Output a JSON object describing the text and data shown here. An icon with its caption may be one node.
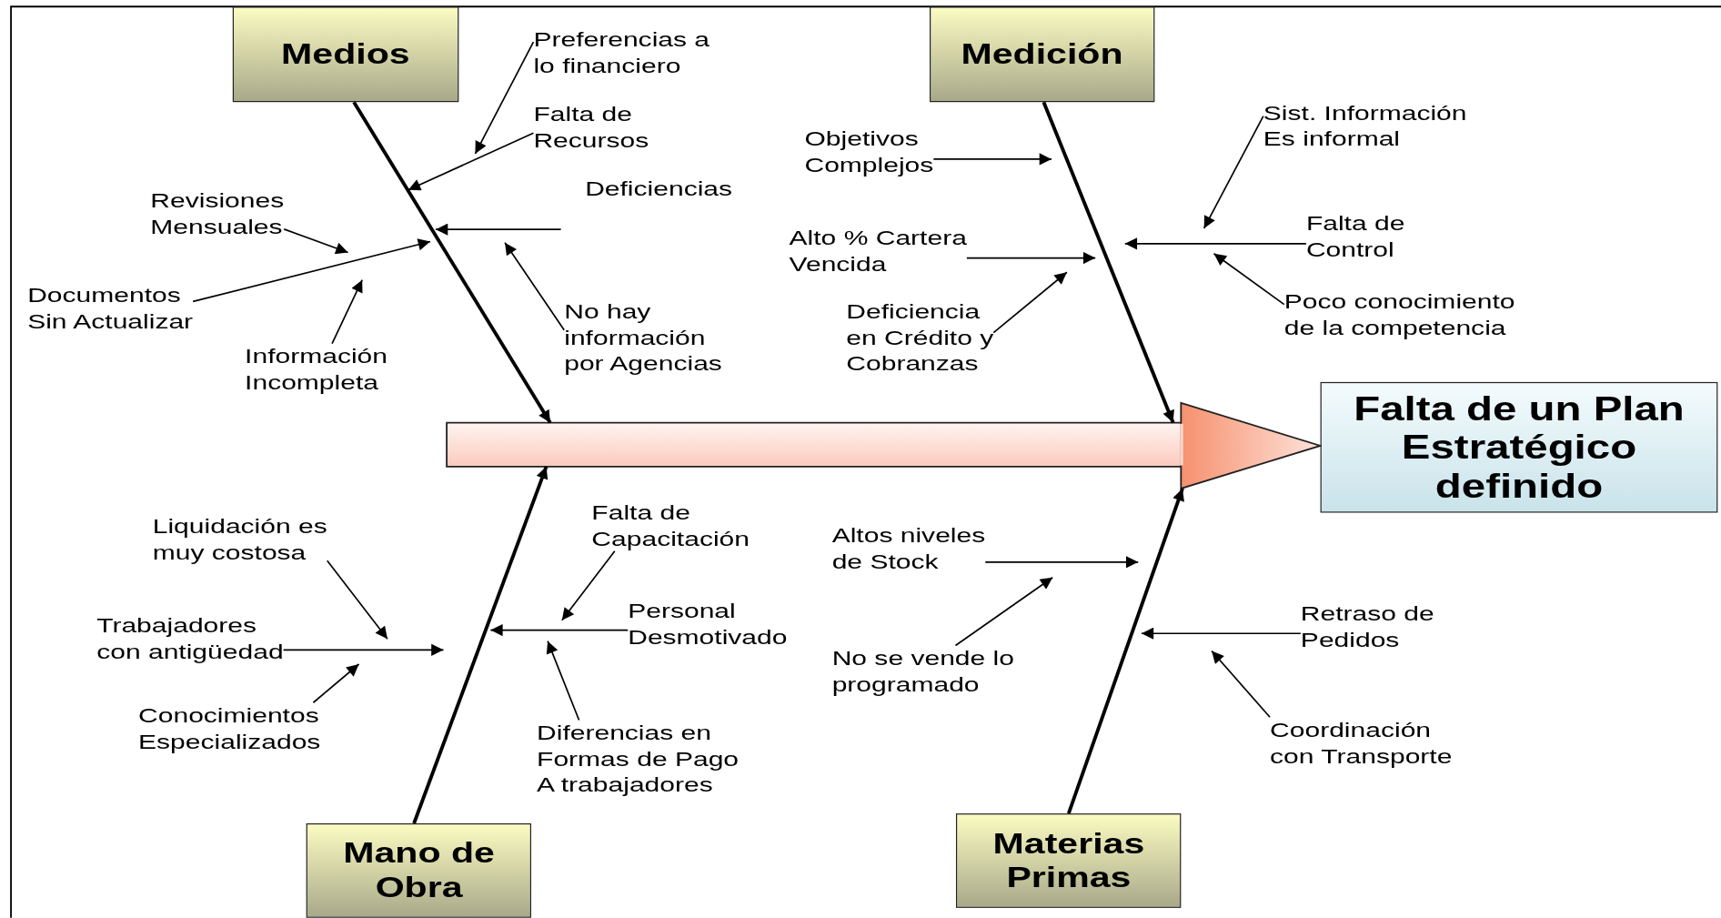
{
  "diagram": {
    "nodes": [
      {
        "text": [
          "Medios"
        ]
      },
      {
        "text": [
          "Medición"
        ]
      },
      {
        "text": [
          "Mano de Obra"
        ]
      },
      {
        "text": [
          "Materias Primas"
        ]
      },
      {
        "text": [],
        "shape": "arrow"
      },
      {
        "text": [
          "Falta de un Plan Estratégico definido"
        ]
      },
      {
        "text": [
          "Preferencias a lo financiero"
        ]
      },
      {
        "text": [
          "Falta de Recursos"
        ]
      },
      {
        "text": [
          "Deficiencias"
        ]
      },
      {
        "text": [
          "No hay información por Agencias"
        ]
      },
      {
        "text": [
          "Revisiones Mensuales"
        ]
      },
      {
        "text": [
          "Documentos Sin Actualizar"
        ]
      },
      {
        "text": [
          "Información Incompleta"
        ]
      },
      {
        "text": [
          "Objetivos Complejos"
        ]
      },
      {
        "text": [
          "Alto % Cartera Vencida"
        ]
      },
      {
        "text": [
          "Deficiencia en Crédito y Cobranzas"
        ]
      },
      {
        "text": [
          "Sist. Información Es informal"
        ]
      },
      {
        "text": [
          "Falta de Control"
        ]
      },
      {
        "text": [
          "Poco conocimiento de la competencia"
        ]
      },
      {
        "text": [
          "Liquidación es muy costosa"
        ]
      },
      {
        "text": [
          "Trabajadores con antigüedad"
        ]
      },
      {
        "text": [
          "Conocimientos Especializados"
        ]
      },
      {
        "text": [
          "Falta de Capacitación"
        ]
      },
      {
        "text": [
          "Personal Desmotivado"
        ]
      },
      {
        "text": [
          "Diferencias en Formas de Pago A trabajadores"
        ]
      },
      {
        "text": [
          "Altos niveles de Stock"
        ]
      },
      {
        "text": [
          "No se vende lo programado"
        ]
      },
      {
        "text": [
          "Retraso de Pedidos"
        ]
      },
      {
        "text": [
          "Coordinación con Transporte"
        ]
      }
    ],
    "edges": [
      {
        "from": 0,
        "to": 4,
        "arrow": "to"
      },
      {
        "from": 1,
        "to": 4,
        "arrow": "to"
      },
      {
        "from": 2,
        "to": 4,
        "arrow": "to"
      },
      {
        "from": 3,
        "to": 4,
        "arrow": "to"
      },
      {
        "from": 6,
        "to": null,
        "arrow": "to"
      },
      {
        "from": 7,
        "to": null,
        "arrow": "to"
      },
      {
        "from": 8,
        "to": null,
        "arrow": "to"
      },
      {
        "from": 9,
        "to": null,
        "arrow": "to"
      },
      {
        "from": 10,
        "to": null,
        "arrow": "to"
      },
      {
        "from": 11,
        "to": null,
        "arrow": "to"
      },
      {
        "from": 12,
        "to": null,
        "arrow": "to"
      },
      {
        "from": 13,
        "to": null,
        "arrow": "to"
      },
      {
        "from": 14,
        "to": null,
        "arrow": "to"
      },
      {
        "from": 15,
        "to": null,
        "arrow": "to"
      },
      {
        "from": 16,
        "to": null,
        "arrow": "to"
      },
      {
        "from": 17,
        "to": null,
        "arrow": "to"
      },
      {
        "from": 18,
        "to": null,
        "arrow": "to"
      },
      {
        "from": 19,
        "to": null,
        "arrow": "to"
      },
      {
        "from": 20,
        "to": null,
        "arrow": "to"
      },
      {
        "from": 21,
        "to": null,
        "arrow": "to"
      },
      {
        "from": 22,
        "to": null,
        "arrow": "to"
      },
      {
        "from": 23,
        "to": null,
        "arrow": "to"
      },
      {
        "from": 24,
        "to": null,
        "arrow": "to"
      },
      {
        "from": 25,
        "to": null,
        "arrow": "to"
      },
      {
        "from": 26,
        "to": null,
        "arrow": "to"
      },
      {
        "from": 27,
        "to": null,
        "arrow": "to"
      },
      {
        "from": 28,
        "to": null,
        "arrow": "to"
      }
    ]
  }
}
